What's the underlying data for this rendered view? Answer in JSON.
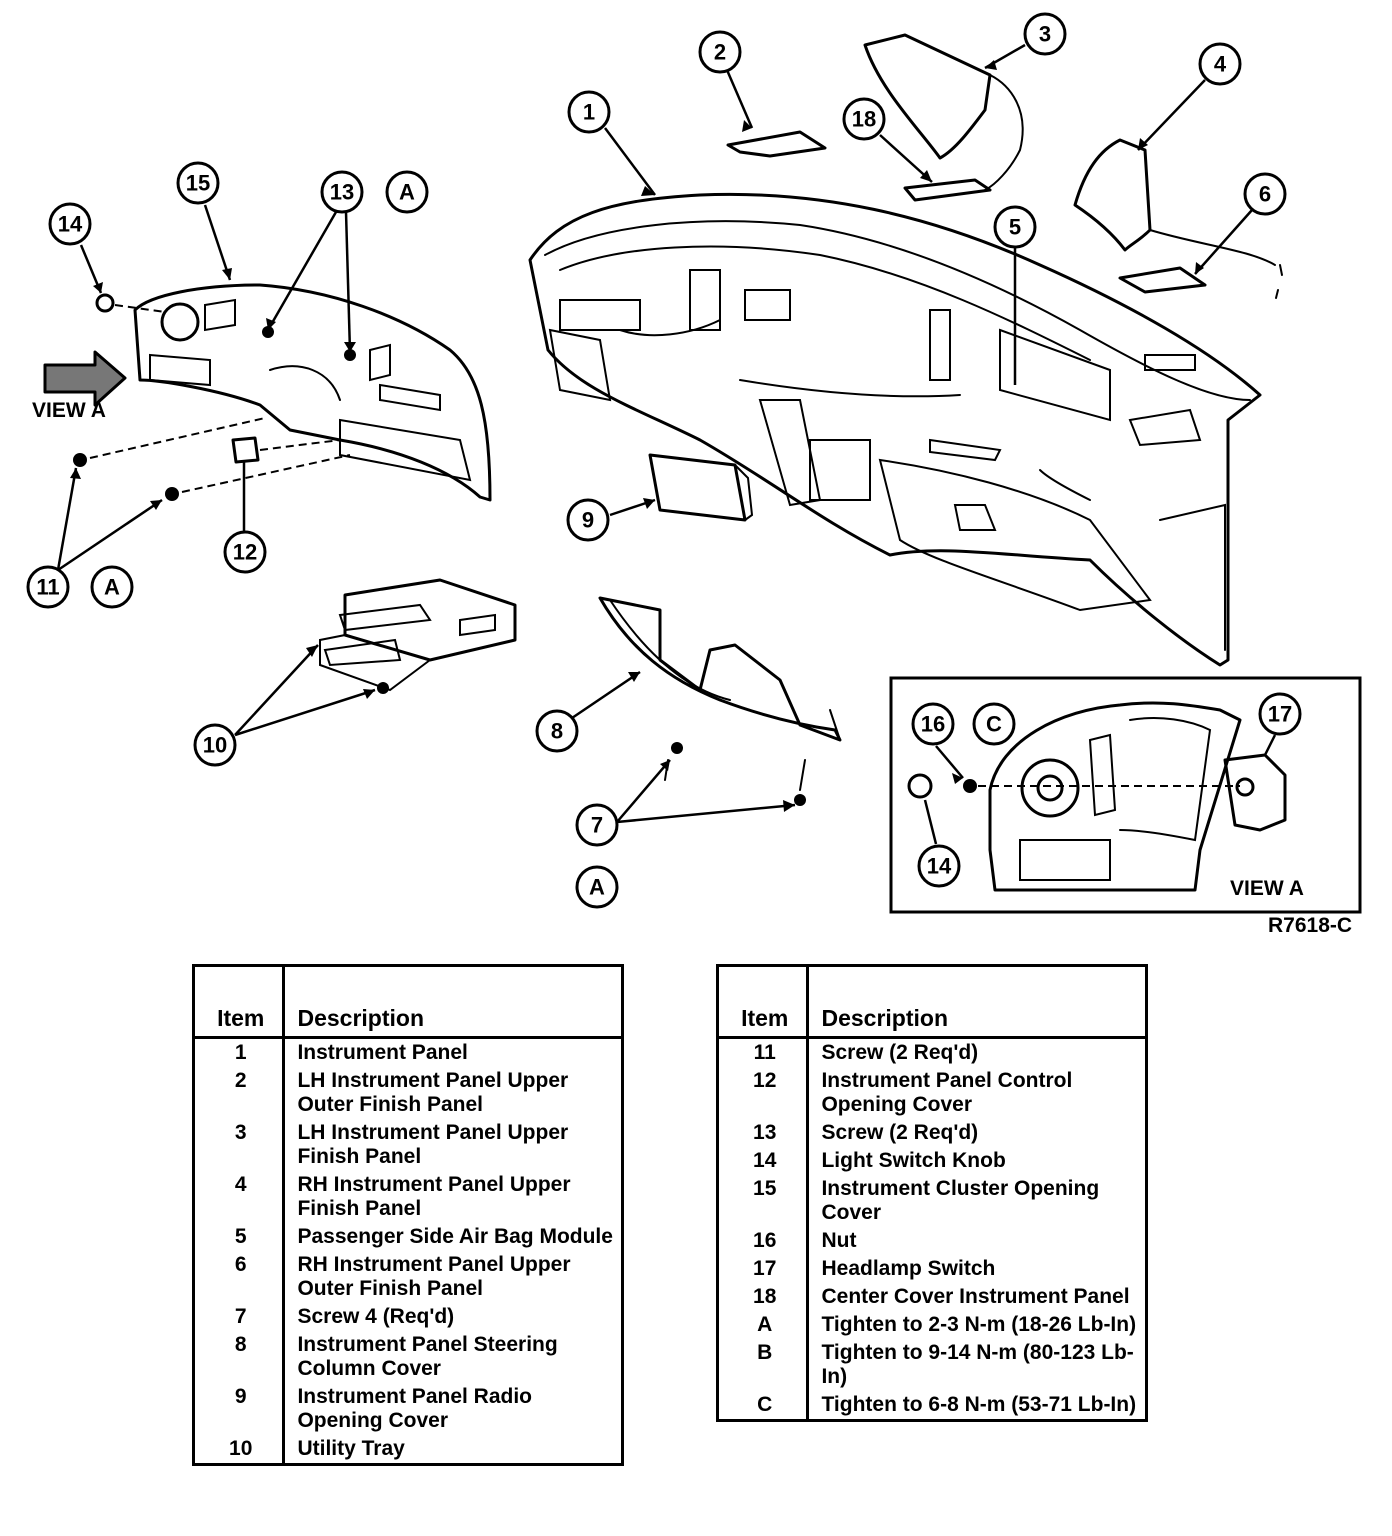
{
  "diagram": {
    "figure_code": "R7618-C",
    "view_label": "VIEW A",
    "callouts": {
      "c1": "1",
      "c2": "2",
      "c3": "3",
      "c4": "4",
      "c5": "5",
      "c6": "6",
      "c7": "7",
      "c8": "8",
      "c9": "9",
      "c10": "10",
      "c11": "11",
      "c12": "12",
      "c13": "13",
      "c14": "14",
      "c14b": "14",
      "c15": "15",
      "c16": "16",
      "c17": "17",
      "c18": "18",
      "a1": "A",
      "a2": "A",
      "a3": "A",
      "ccc": "C"
    }
  },
  "legend": {
    "item_header": "Item",
    "description_header": "Description",
    "left": [
      {
        "item": "1",
        "desc": "Instrument Panel"
      },
      {
        "item": "2",
        "desc": "LH Instrument Panel Upper Outer Finish Panel"
      },
      {
        "item": "3",
        "desc": "LH Instrument Panel Upper Finish Panel"
      },
      {
        "item": "4",
        "desc": "RH Instrument Panel Upper Finish Panel"
      },
      {
        "item": "5",
        "desc": "Passenger Side Air Bag Module"
      },
      {
        "item": "6",
        "desc": "RH Instrument Panel Upper Outer Finish Panel"
      },
      {
        "item": "7",
        "desc": "Screw 4 (Req'd)"
      },
      {
        "item": "8",
        "desc": "Instrument Panel Steering Column Cover"
      },
      {
        "item": "9",
        "desc": "Instrument Panel Radio Opening Cover"
      },
      {
        "item": "10",
        "desc": "Utility Tray"
      }
    ],
    "right": [
      {
        "item": "11",
        "desc": "Screw (2 Req'd)"
      },
      {
        "item": "12",
        "desc": "Instrument Panel Control Opening Cover"
      },
      {
        "item": "13",
        "desc": "Screw (2 Req'd)"
      },
      {
        "item": "14",
        "desc": "Light Switch Knob"
      },
      {
        "item": "15",
        "desc": "Instrument Cluster Opening Cover"
      },
      {
        "item": "16",
        "desc": "Nut"
      },
      {
        "item": "17",
        "desc": "Headlamp Switch"
      },
      {
        "item": "18",
        "desc": "Center Cover Instrument Panel"
      },
      {
        "item": "A",
        "desc": "Tighten to 2-3 N-m (18-26 Lb-In)"
      },
      {
        "item": "B",
        "desc": "Tighten to 9-14 N-m (80-123 Lb-In)"
      },
      {
        "item": "C",
        "desc": "Tighten to 6-8 N-m (53-71 Lb-In)"
      }
    ]
  }
}
